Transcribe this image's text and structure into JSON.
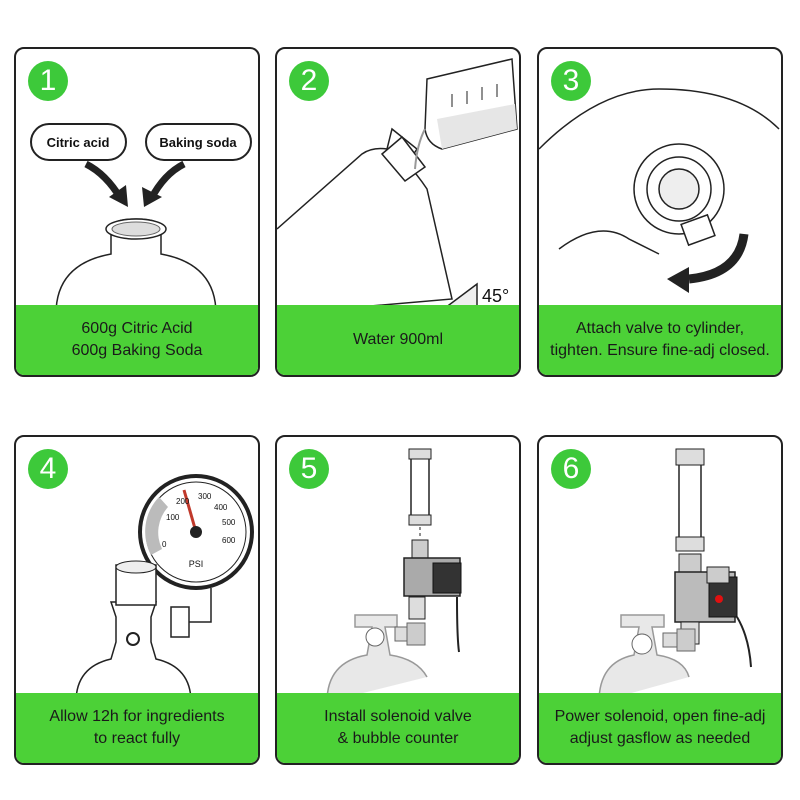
{
  "panels": [
    {
      "number": "1",
      "caption": "600g Citric Acid\n600g Baking Soda",
      "labels": {
        "citric": "Citric acid",
        "soda": "Baking soda"
      }
    },
    {
      "number": "2",
      "caption": "Water 900ml",
      "labels": {
        "angle": "45°"
      }
    },
    {
      "number": "3",
      "caption": "Attach valve to cylinder,\ntighten. Ensure fine-adj closed."
    },
    {
      "number": "4",
      "caption": "Allow 12h for ingredients\nto react fully",
      "labels": {
        "unit": "PSI",
        "ticks": [
          "0",
          "100",
          "200",
          "300",
          "400",
          "500",
          "600"
        ]
      }
    },
    {
      "number": "5",
      "caption": "Install solenoid valve\n& bubble counter"
    },
    {
      "number": "6",
      "caption": "Power solenoid, open fine-adj\nadjust gasflow as needed"
    }
  ],
  "colors": {
    "accent": "#4cd137",
    "badge": "#3dc93a",
    "gauge_needle": "#c0392b",
    "led": "#e01010"
  }
}
